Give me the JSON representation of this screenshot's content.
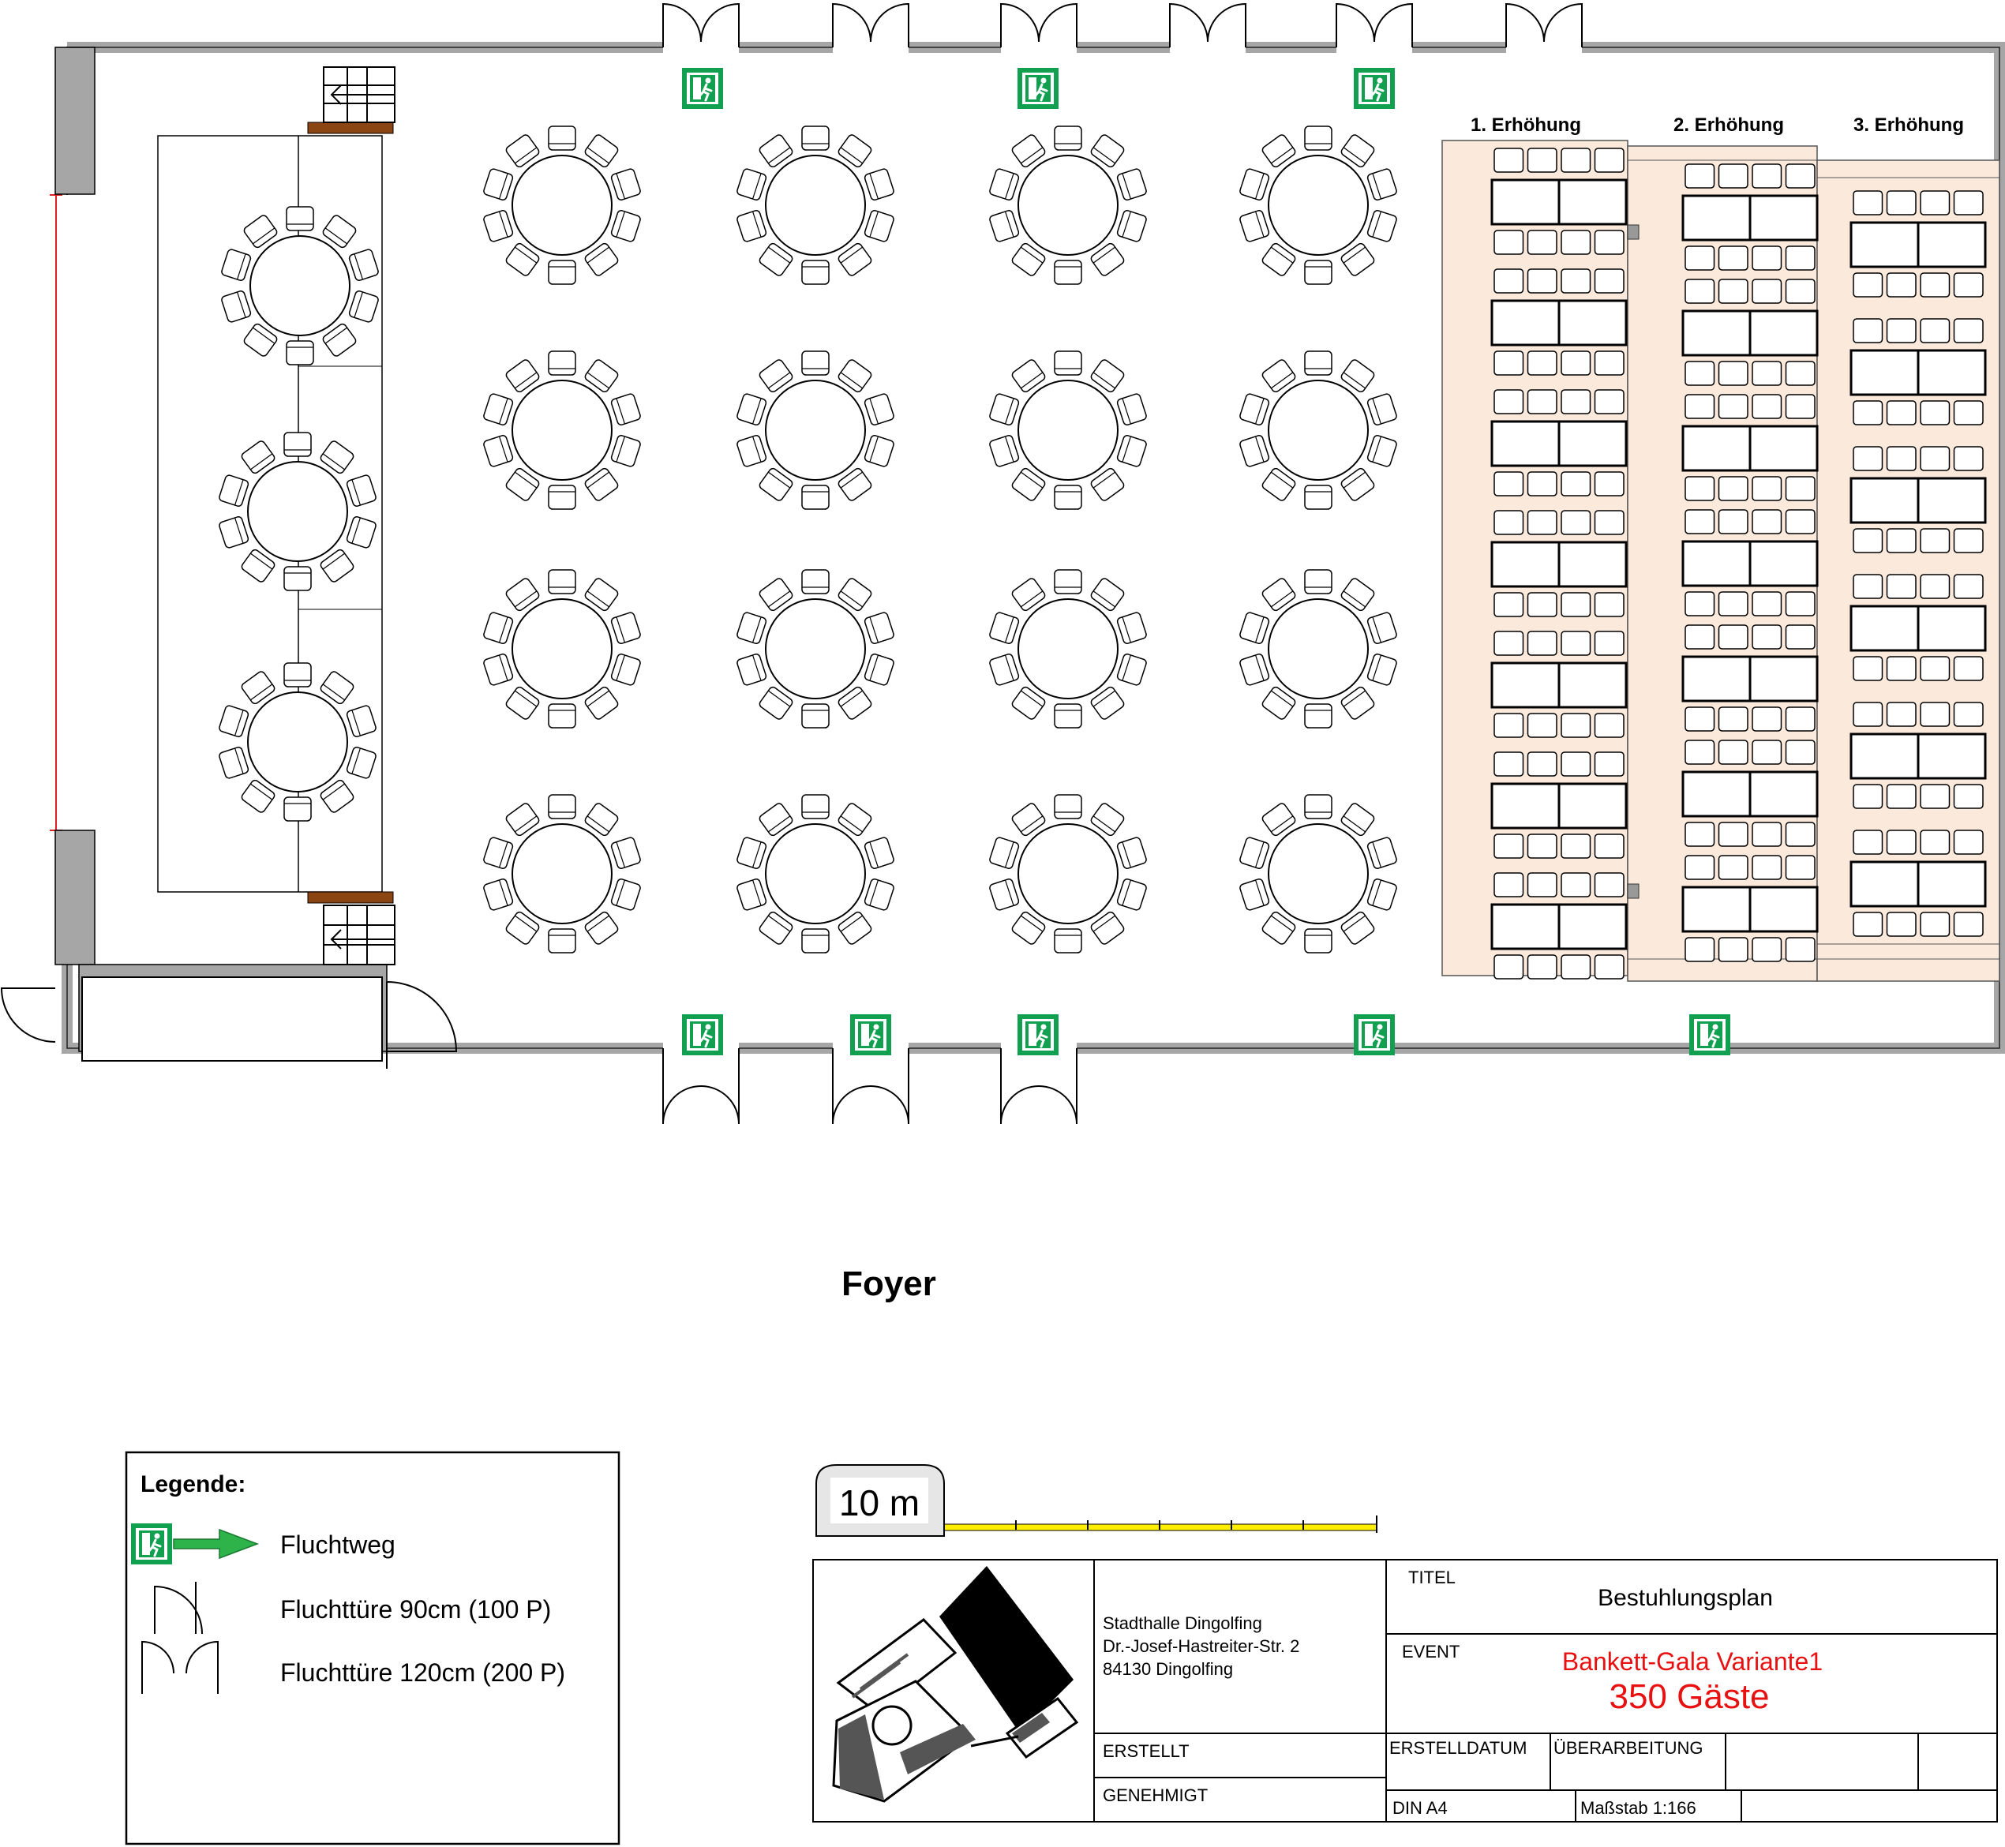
{
  "zones": {
    "podium_1": "1. Erhöhung",
    "podium_2": "2. Erhöhung",
    "podium_3": "3. Erhöhung",
    "foyer": "Foyer"
  },
  "legend": {
    "title": "Legende:",
    "escape_route": "Fluchtweg",
    "door_90": "Fluchttüre 90cm (100 P)",
    "door_120": "Fluchttüre 120cm (200 P)"
  },
  "scale_bar": {
    "label": "10 m"
  },
  "title_block": {
    "address_line1": "Stadthalle Dingolfing",
    "address_line2": "Dr.-Josef-Hastreiter-Str. 2",
    "address_line3": "84130 Dingolfing",
    "titel_label": "TITEL",
    "titel_value": "Bestuhlungsplan",
    "event_label": "EVENT",
    "event_name": "Bankett-Gala Variante1",
    "event_guests": "350 Gäste",
    "erstellt": "ERSTELLT",
    "genehmigt": "GENEHMIGT",
    "erstelldatum": "ERSTELLDATUM",
    "ueberarbeitung": "ÜBERARBEITUNG",
    "format": "DIN A4",
    "massstab": "Maßstab 1:166"
  },
  "colors": {
    "wall": "#a6a6a6",
    "podium": "#fbe9dc",
    "exit_green": "#10a050",
    "arrow_green": "#2db34a",
    "stair_wood": "#8b4513",
    "curtain_red": "#e02020",
    "event_red": "#e81010",
    "scale_yellow": "#ffee00"
  }
}
